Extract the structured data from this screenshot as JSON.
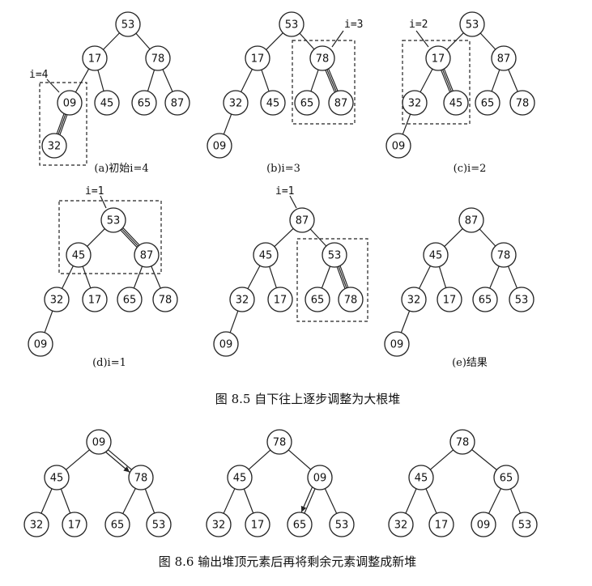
{
  "fig85": {
    "panels": [
      {
        "id": "a",
        "caption": "(a)初始i=4",
        "pointer": "i=4",
        "nodes": [
          "53",
          "17",
          "78",
          "09",
          "45",
          "65",
          "87",
          "32"
        ]
      },
      {
        "id": "b",
        "caption": "(b)i=3",
        "pointer": "i=3",
        "nodes": [
          "53",
          "17",
          "78",
          "32",
          "45",
          "65",
          "87",
          "09"
        ]
      },
      {
        "id": "c",
        "caption": "(c)i=2",
        "pointer": "i=2",
        "nodes": [
          "53",
          "17",
          "87",
          "32",
          "45",
          "65",
          "78",
          "09"
        ]
      },
      {
        "id": "d",
        "caption": "(d)i=1",
        "pointer": "i=1",
        "nodes": [
          "53",
          "45",
          "87",
          "32",
          "17",
          "65",
          "78",
          "09"
        ]
      },
      {
        "id": "d2",
        "caption": "",
        "pointer": "i=1",
        "nodes": [
          "87",
          "45",
          "53",
          "32",
          "17",
          "65",
          "78",
          "09"
        ]
      },
      {
        "id": "e",
        "caption": "(e)结果",
        "pointer": "",
        "nodes": [
          "87",
          "45",
          "78",
          "32",
          "17",
          "65",
          "53",
          "09"
        ]
      }
    ],
    "title": "图 8.5    自下往上逐步调整为大根堆"
  },
  "fig86": {
    "panels": [
      {
        "id": "f1",
        "nodes": [
          "09",
          "45",
          "78",
          "32",
          "17",
          "65",
          "53"
        ]
      },
      {
        "id": "f2",
        "nodes": [
          "78",
          "45",
          "09",
          "32",
          "17",
          "65",
          "53"
        ]
      },
      {
        "id": "f3",
        "nodes": [
          "78",
          "45",
          "65",
          "32",
          "17",
          "09",
          "53"
        ]
      }
    ],
    "title": "图 8.6    输出堆顶元素后再将剩余元素调整成新堆"
  }
}
